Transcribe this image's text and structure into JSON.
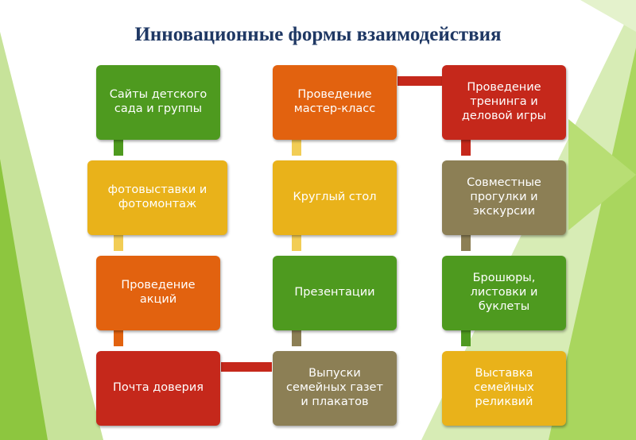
{
  "title": "Инновационные формы взаимодействия",
  "boxes": {
    "b1": "Сайты детского\nсада и группы",
    "b2": "фотовыставки и\nфотомонтаж",
    "b3": "Проведение\nакций",
    "b4": "Почта доверия",
    "b5": "Проведение\nмастер-класс",
    "b6": "Круглый стол",
    "b7": "Презентации",
    "b8": "Выпуски\nсемейных газет\nи плакатов",
    "b9": "Проведение\nтренинга и\nделовой игры",
    "b10": "Совместные\nпрогулки и\nэкскурсии",
    "b11": "Брошюры,\nлистовки и\nбуклеты",
    "b12": "Выставка\nсемейных\nреликвий"
  },
  "colors": {
    "title": "#1f3864",
    "green": "#4e9a1f",
    "yellow": "#e9b21a",
    "orange": "#e2620f",
    "red": "#c5281b",
    "olive": "#8c7f55",
    "background_accent": "#8dc63f"
  }
}
